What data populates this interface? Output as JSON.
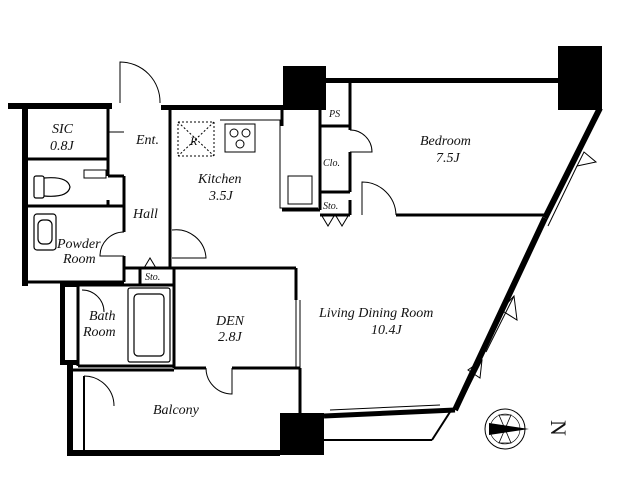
{
  "rooms": {
    "sic": {
      "name": "SIC",
      "size": "0.8J"
    },
    "entrance": {
      "name": "Ent."
    },
    "kitchen": {
      "name": "Kitchen",
      "size": "3.5J",
      "fridge": "R"
    },
    "hall": {
      "name": "Hall"
    },
    "powder": {
      "line1": "Powder",
      "line2": "Room"
    },
    "storage_hall": {
      "name": "Sto."
    },
    "bath": {
      "line1": "Bath",
      "line2": "Room"
    },
    "den": {
      "name": "DEN",
      "size": "2.8J"
    },
    "living": {
      "name": "Living Dining Room",
      "size": "10.4J"
    },
    "bedroom": {
      "name": "Bedroom",
      "size": "7.5J"
    },
    "closet": {
      "name": "Clo."
    },
    "storage_bed": {
      "name": "Sto."
    },
    "ps": {
      "name": "PS"
    },
    "balcony": {
      "name": "Balcony"
    }
  },
  "compass": {
    "label": "N"
  }
}
